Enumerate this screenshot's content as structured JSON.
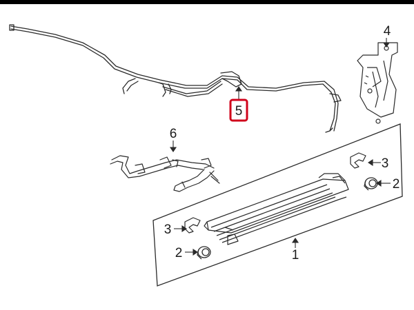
{
  "diagram": {
    "callouts": [
      {
        "id": "c1",
        "label": "1"
      },
      {
        "id": "c2a",
        "label": "2"
      },
      {
        "id": "c2b",
        "label": "2"
      },
      {
        "id": "c3a",
        "label": "3"
      },
      {
        "id": "c3b",
        "label": "3"
      },
      {
        "id": "c4",
        "label": "4"
      },
      {
        "id": "c5",
        "label": "5"
      },
      {
        "id": "c6",
        "label": "6"
      }
    ],
    "highlighted_callout": "5"
  },
  "colors": {
    "top_bar": "#000000",
    "line": "#2a2a2a",
    "highlight": "#d0021b",
    "background": "#ffffff"
  }
}
